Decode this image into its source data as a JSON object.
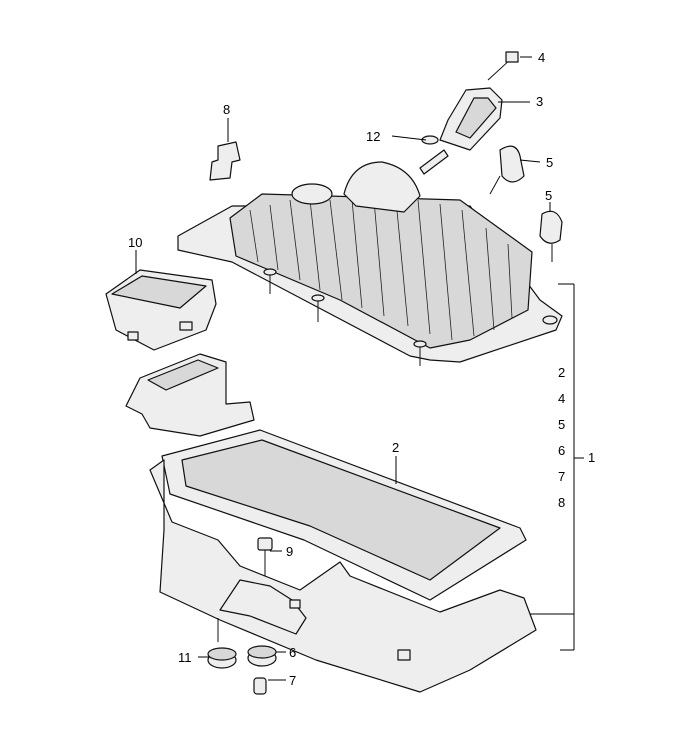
{
  "callouts": {
    "c4": "4",
    "c3": "3",
    "c12": "12",
    "c5a": "5",
    "c5b": "5",
    "c8": "8",
    "c10": "10",
    "c2_list": "2",
    "c4_list": "4",
    "c5_list": "5",
    "c6_list": "6",
    "c7_list": "7",
    "c8_list": "8",
    "c1": "1",
    "c2": "2",
    "c9": "9",
    "c11": "11",
    "c6": "6",
    "c7": "7"
  }
}
